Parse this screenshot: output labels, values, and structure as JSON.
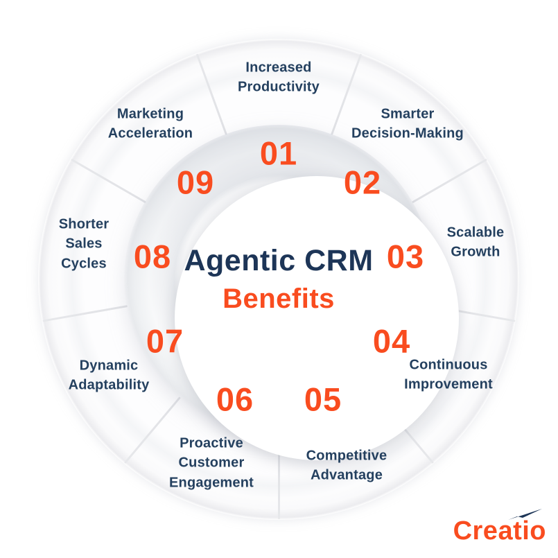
{
  "center": {
    "title": "Agentic CRM",
    "subtitle": "Benefits"
  },
  "wheel": {
    "segments": [
      {
        "number": "01",
        "label": "Increased\nProductivity"
      },
      {
        "number": "02",
        "label": "Smarter\nDecision-Making"
      },
      {
        "number": "03",
        "label": "Scalable\nGrowth"
      },
      {
        "number": "04",
        "label": "Continuous\nImprovement"
      },
      {
        "number": "05",
        "label": "Competitive\nAdvantage"
      },
      {
        "number": "06",
        "label": "Proactive\nCustomer\nEngagement"
      },
      {
        "number": "07",
        "label": "Dynamic\nAdaptability"
      },
      {
        "number": "08",
        "label": "Shorter\nSales\nCycles"
      },
      {
        "number": "09",
        "label": "Marketing\nAcceleration"
      }
    ]
  },
  "logo": {
    "text": "Creatio"
  },
  "colors": {
    "accent_orange": "#f94c1f",
    "navy": "#1d3557",
    "label_navy": "#24405f",
    "divider_gray": "#e3e4e7",
    "ring_gray": "#eceef1",
    "background": "#ffffff"
  }
}
